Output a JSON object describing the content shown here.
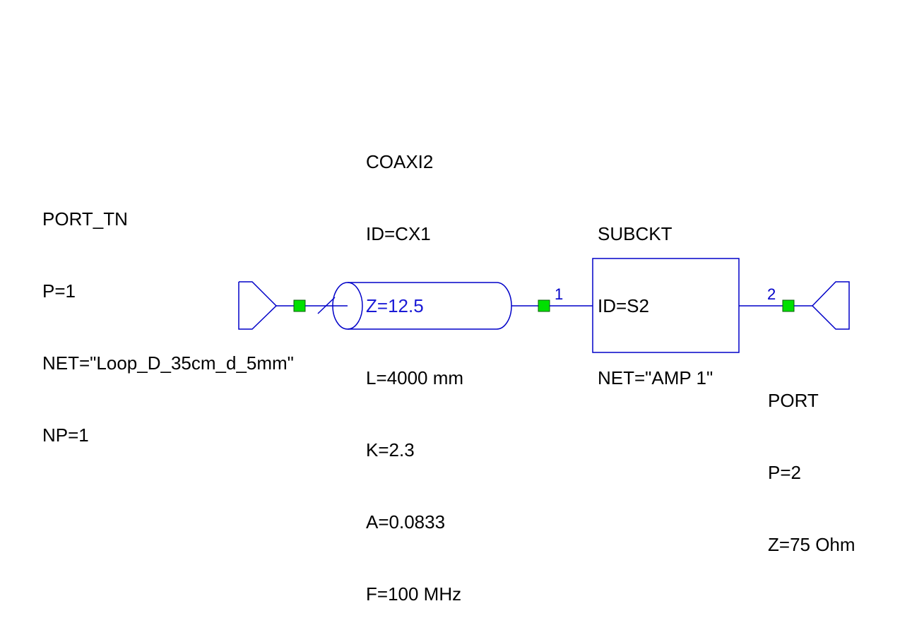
{
  "colors": {
    "wire": "#0000c8",
    "node": "#00e000",
    "text": "#000000",
    "highlight_param": "#1a1ad6"
  },
  "port1": {
    "lines": [
      "PORT_TN",
      "P=1",
      "NET=\"Loop_D_35cm_d_5mm\"",
      "NP=1"
    ]
  },
  "coax": {
    "name": "COAXI2",
    "id": "ID=CX1",
    "z": "Z=12.5",
    "l": "L=4000 mm",
    "k": "K=2.3",
    "a": "A=0.0833",
    "f": "F=100 MHz"
  },
  "subckt": {
    "lines": [
      "SUBCKT",
      "ID=S2",
      "NET=\"AMP 1\""
    ],
    "pin1": "1",
    "pin2": "2"
  },
  "port2": {
    "lines": [
      "PORT",
      "P=2",
      "Z=75 Ohm"
    ]
  }
}
